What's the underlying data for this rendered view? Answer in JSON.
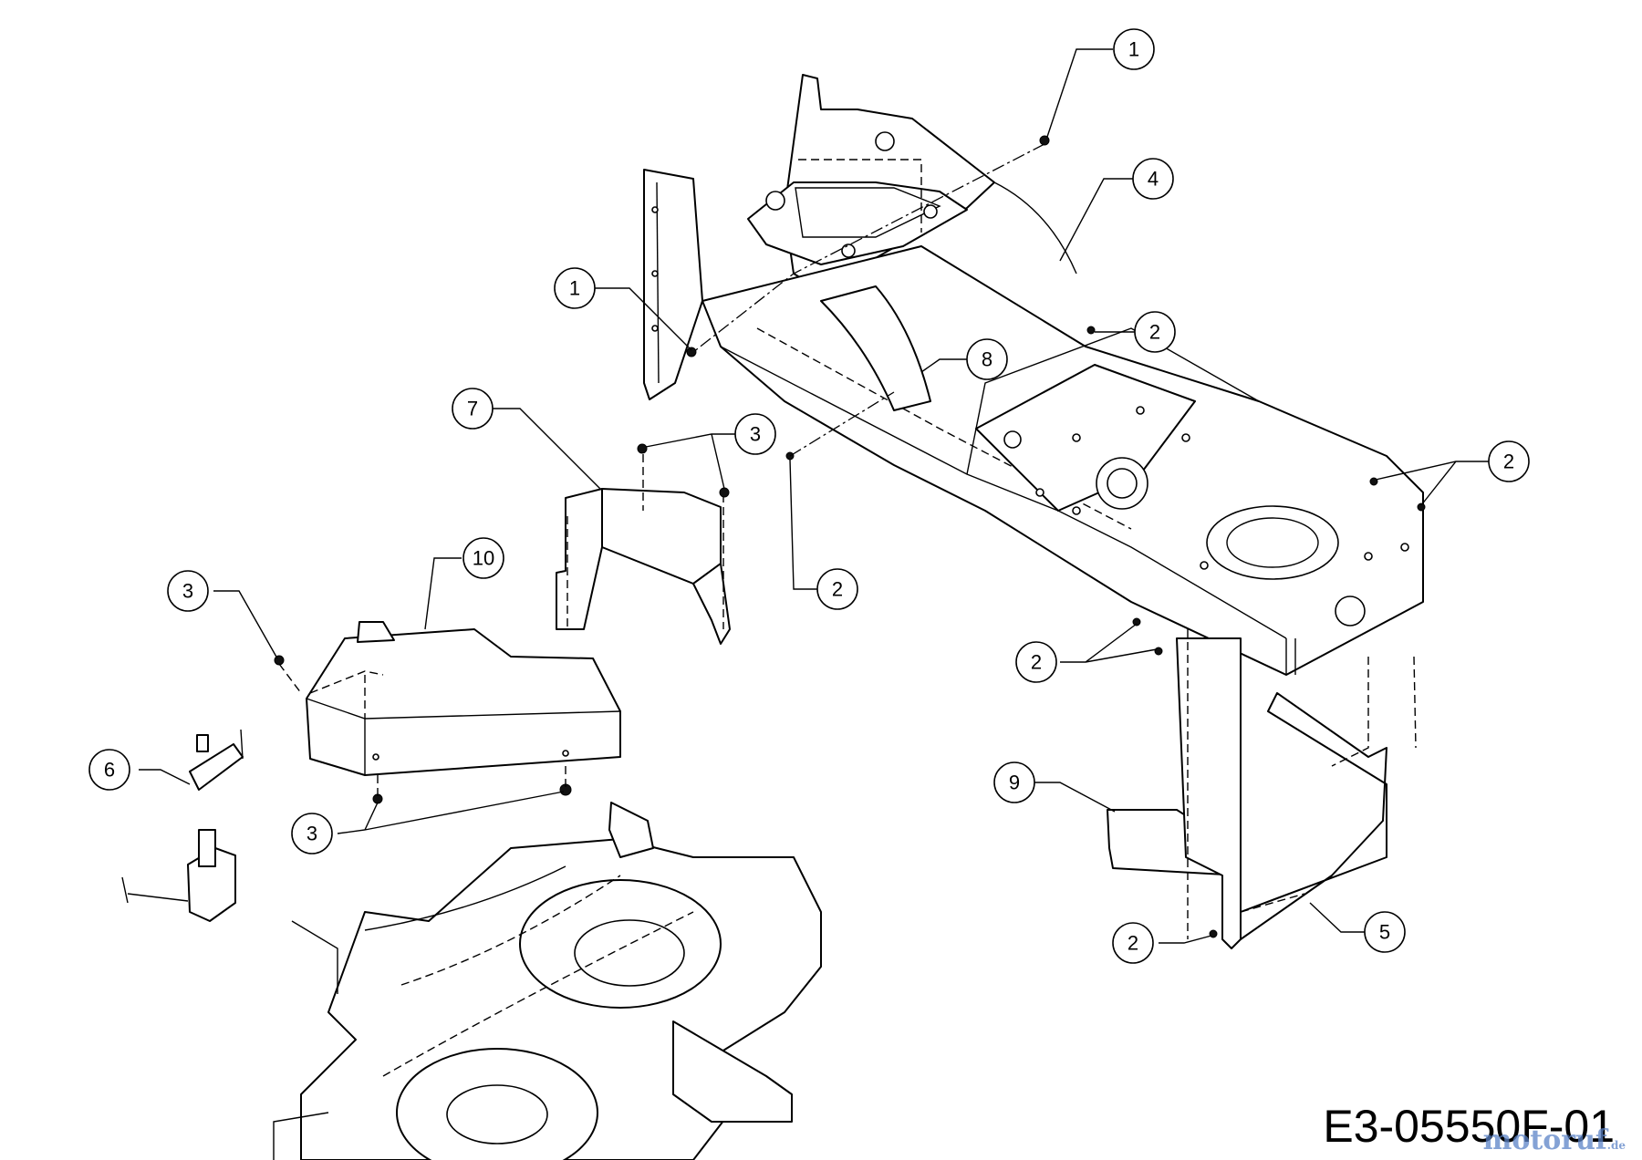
{
  "drawing_code": "E3-05550F-01",
  "watermark": {
    "name": "motoruf",
    "suffix": ".de"
  },
  "callouts": {
    "c1_top": "1",
    "c1_left": "1",
    "c4": "4",
    "c2_upper": "2",
    "c8": "8",
    "c7": "7",
    "c3_upper": "3",
    "c2_right": "2",
    "c10": "10",
    "c3_left": "3",
    "c2_mid": "2",
    "c2_center": "2",
    "c6": "6",
    "c3_lower": "3",
    "c9": "9",
    "c5": "5",
    "c2_bottom": "2"
  },
  "colors": {
    "line": "#000000",
    "background": "#ffffff",
    "watermark": "#5b83c7"
  }
}
